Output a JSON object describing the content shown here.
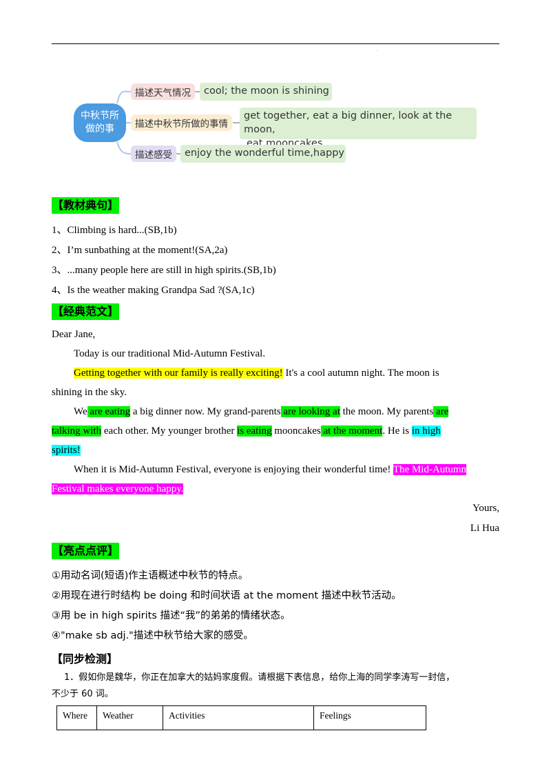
{
  "mind_map": {
    "center": "中秋节所做的事",
    "branches": [
      {
        "label": "描述天气情况",
        "detail": "cool; the moon is shining"
      },
      {
        "label": "描述中秋节所做的事情",
        "detail_line1": "get together, eat a big dinner, look at the moon,",
        "detail_line2": "eat mooncakes"
      },
      {
        "label": "描述感受",
        "detail": "enjoy the wonderful time,happy"
      }
    ]
  },
  "sections": {
    "textbook": "【教材典句】",
    "model": "【经典范文】",
    "highlights": "【亮点点评】",
    "practice": "【同步检测】"
  },
  "sentences": [
    "1、Climbing is hard...(SB,1b)",
    "2、I’m sunbathing at the moment!(SA,2a)",
    "3、...many people here are still in high spirits.(SB,1b)",
    "4、Is the weather making Grandpa Sad ?(SA,1c)"
  ],
  "letter": {
    "greeting": "Dear Jane,",
    "p1": "Today is our traditional Mid-Autumn Festival.",
    "p2": {
      "h1": "Getting together with our family is really exciting!",
      "t1": " It's a cool autumn night. The moon is",
      "t2": "shining in the sky."
    },
    "p3": {
      "a1": "We",
      "a2": " are eating",
      "a3": " a big dinner now. My grand-parents",
      "a4": " are looking at",
      "a5": " the moon. My parents",
      "a6": " are",
      "b1": "talking with",
      "b2": " each other. My younger brother ",
      "b3": "is eating",
      "b4": " mooncakes",
      "b5": " at the moment",
      "b6": ". He is ",
      "b7": "in high",
      "c1": "spirits!"
    },
    "p4": {
      "t1": "When it is Mid-Autumn Festival, everyone is enjoying their wonderful time! ",
      "h1": "The Mid-Autumn",
      "h2": "Festival makes everyone happy."
    },
    "closing": "Yours,",
    "signature": "Li Hua"
  },
  "comments": [
    "①用动名词(短语)作主语概述中秋节的特点。",
    "②用现在进行时结构  be doing 和时间状语  at the moment 描述中秋节活动。",
    "③用  be in high spirits 描述“我”的弟弟的情绪状态。",
    "④\"make sb adj.\"描述中秋节给大家的感受。"
  ],
  "task": {
    "line1": "1．假如你是魏华，你正在加拿大的姑妈家度假。请根据下表信息，给你上海的同学李涛写一封信，",
    "line2": "不少于 60 词。"
  },
  "table_headers": [
    "Where",
    "Weather",
    "Activities",
    "Feelings"
  ]
}
